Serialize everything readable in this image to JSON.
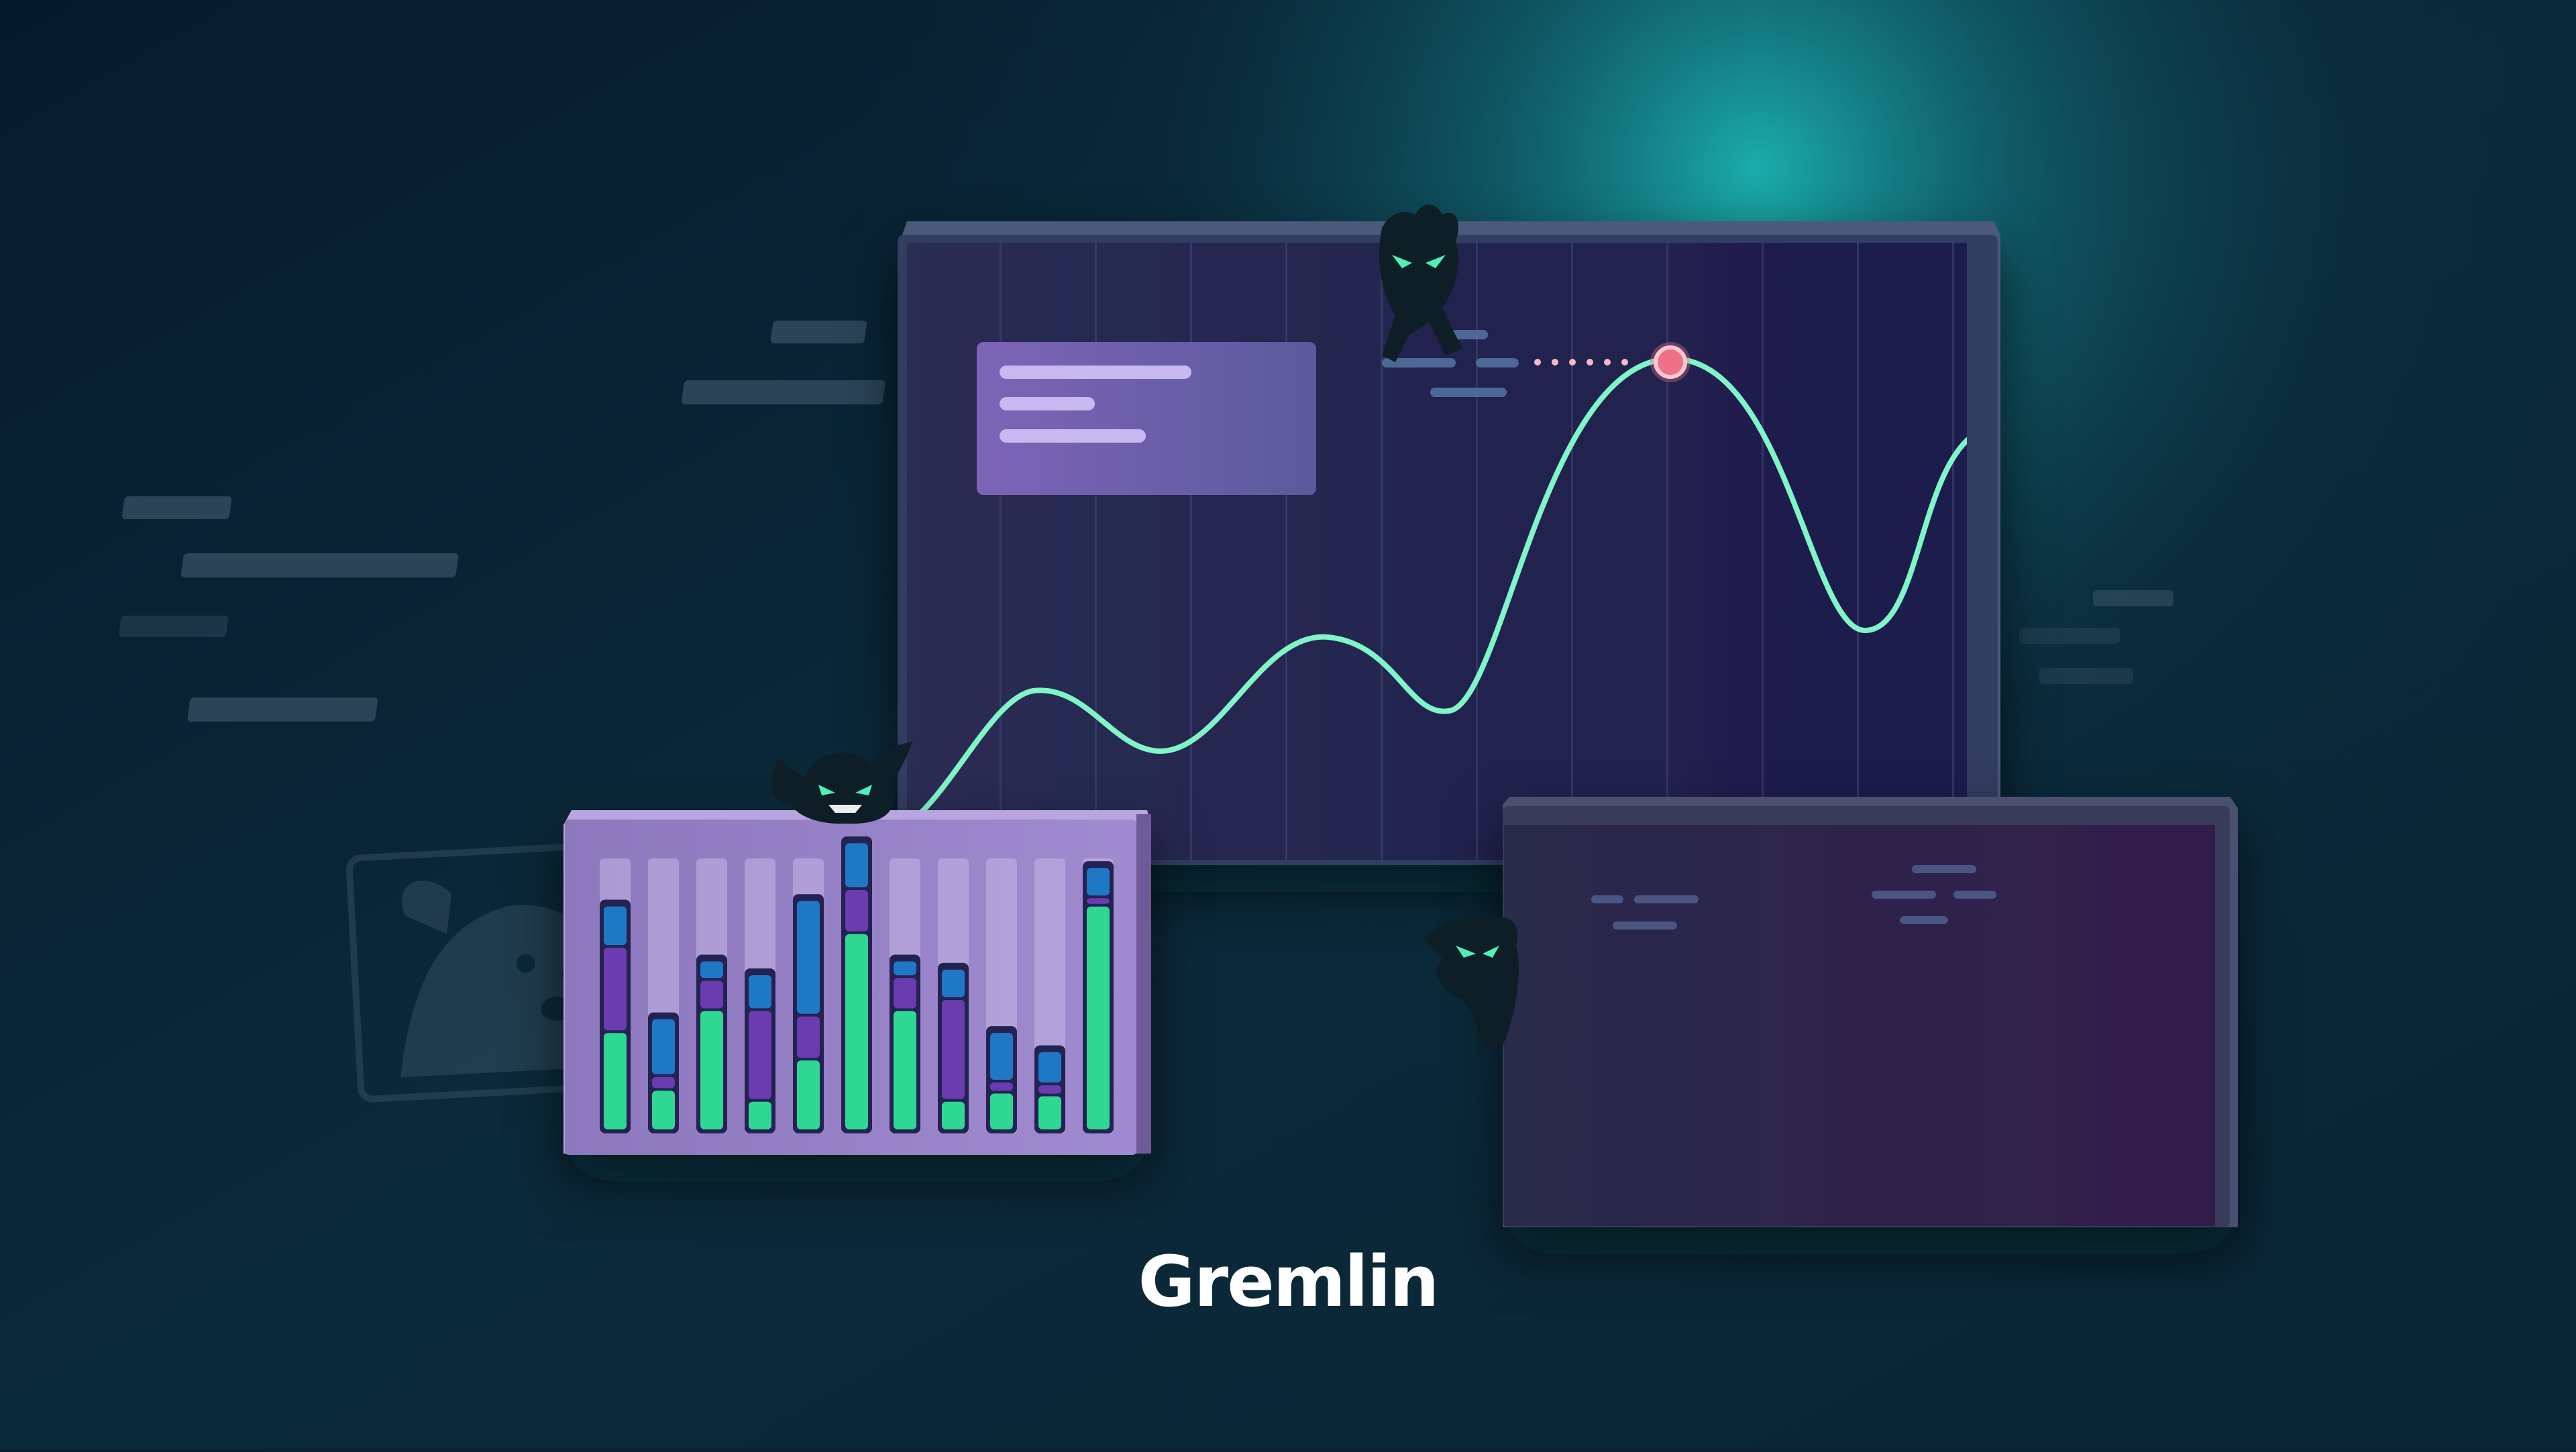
{
  "brand": {
    "name": "Gremlin"
  },
  "colors": {
    "background": "#0b2a3a",
    "accent_glow": "#1bb4b0",
    "main_area": "#22d195",
    "main_line": "#7ff5c8",
    "marker": "#f07187",
    "blue_series": "#2c7bc0",
    "pink_series": "#e0347a",
    "bar_green": "#2ed892",
    "bar_purple": "#6b3bb0",
    "bar_blue": "#1f78c4"
  },
  "icons": {
    "main_marker": "pink-dot-icon",
    "background_logo": "dog-logo-icon",
    "creatures": [
      "gremlin-icon",
      "gremlin-icon",
      "gremlin-icon"
    ]
  },
  "bar_panel": {
    "columns": [
      {
        "green": 0.37,
        "purple": 0.32,
        "blue": 0.16
      },
      {
        "green": 0.16,
        "purple": 0.06,
        "blue": 0.22
      },
      {
        "green": 0.45,
        "purple": 0.12,
        "blue": 0.08
      },
      {
        "green": 0.12,
        "purple": 0.34,
        "blue": 0.14
      },
      {
        "green": 0.27,
        "purple": 0.17,
        "blue": 0.43
      },
      {
        "green": 0.73,
        "purple": 0.17,
        "blue": 0.18
      },
      {
        "green": 0.45,
        "purple": 0.13,
        "blue": 0.07
      },
      {
        "green": 0.12,
        "purple": 0.38,
        "blue": 0.12
      },
      {
        "green": 0.15,
        "purple": 0.05,
        "blue": 0.19
      },
      {
        "green": 0.14,
        "purple": 0.05,
        "blue": 0.13
      },
      {
        "green": 0.83,
        "purple": 0.04,
        "blue": 0.12
      }
    ]
  }
}
